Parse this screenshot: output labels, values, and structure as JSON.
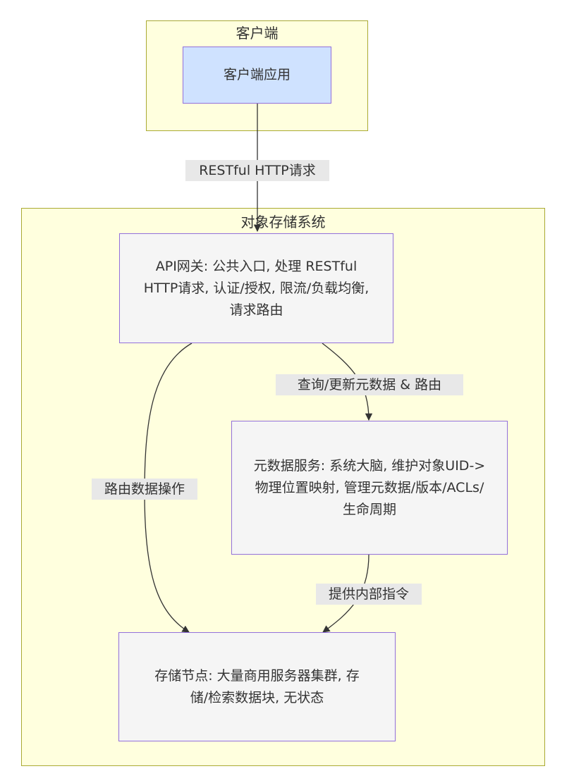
{
  "clusters": {
    "client": {
      "title": "客户端"
    },
    "storage": {
      "title": "对象存储系统"
    }
  },
  "nodes": {
    "client_app": {
      "label": "客户端应用"
    },
    "api_gateway": {
      "label": "API网关: 公共入口, 处理 RESTful HTTP请求, 认证/授权, 限流/负载均衡, 请求路由"
    },
    "metadata_service": {
      "label": "元数据服务: 系统大脑, 维护对象UID->物理位置映射, 管理元数据/版本/ACLs/生命周期"
    },
    "storage_node": {
      "label": "存储节点: 大量商用服务器集群, 存储/检索数据块, 无状态"
    }
  },
  "edges": {
    "client_to_gateway": {
      "label": "RESTful HTTP请求"
    },
    "gateway_to_metadata": {
      "label": "查询/更新元数据 & 路由"
    },
    "gateway_to_storage": {
      "label": "路由数据操作"
    },
    "metadata_to_storage": {
      "label": "提供内部指令"
    }
  },
  "colors": {
    "cluster_fill": "#ffffde",
    "cluster_border": "#aaaa33",
    "client_node_fill": "#cfe2ff",
    "node_fill": "#f5f5f5",
    "node_border": "#9370db",
    "edge_label_fill": "#e8e8e8",
    "edge_stroke": "#333333"
  }
}
